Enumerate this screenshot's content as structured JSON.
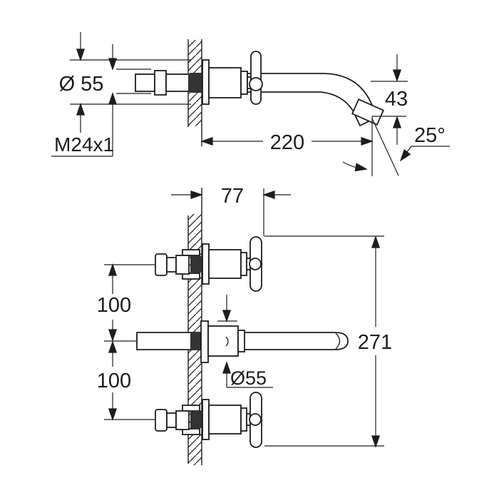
{
  "colors": {
    "background": "#ffffff",
    "line": "#1d1d1d",
    "wall_fill_dark": "#333333"
  },
  "views": {
    "side": {
      "dims": {
        "escutcheon_diameter": "Ø 55",
        "thread_size": "M24x1",
        "spout_projection": "220",
        "outlet_height": "43",
        "spout_angle": "25°"
      }
    },
    "plan": {
      "dims": {
        "handle_projection": "77",
        "upper_spacing": "100",
        "lower_spacing": "100",
        "escutcheon_diameter": "Ø55",
        "overall_width": "271"
      }
    }
  }
}
